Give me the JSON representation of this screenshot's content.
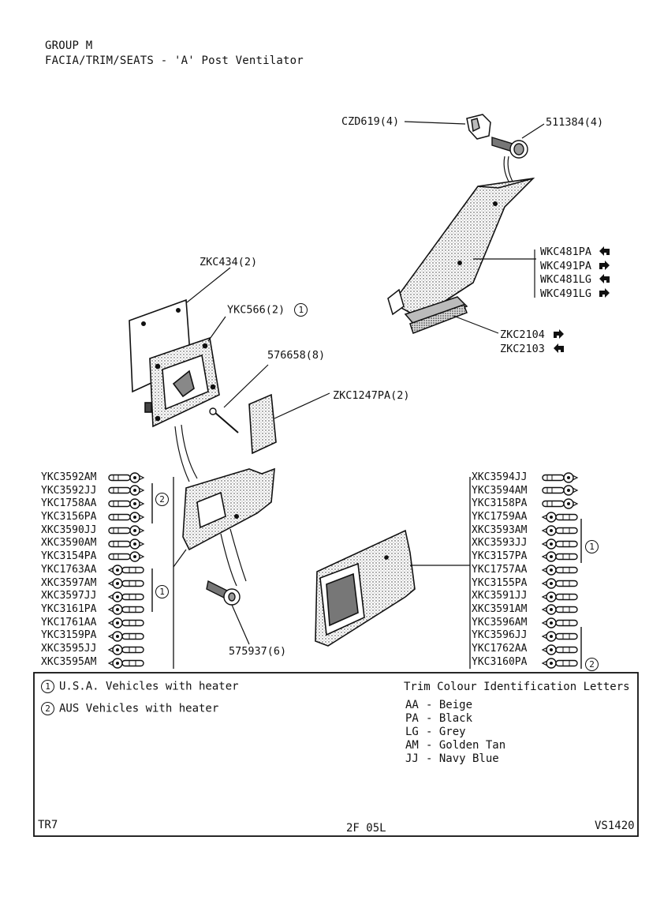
{
  "header": {
    "group": "GROUP M",
    "title": "FACIA/TRIM/SEATS - 'A' Post Ventilator"
  },
  "callouts": {
    "czd619": "CZD619(4)",
    "p511384": "511384(4)",
    "wkc": [
      "WKC481PA",
      "WKC491PA",
      "WKC481LG",
      "WKC491LG"
    ],
    "zkc2104": "ZKC2104",
    "zkc2103": "ZKC2103",
    "zkc434": "ZKC434(2)",
    "ykc566": "YKC566(2)",
    "ykc566_note": "1",
    "p576658": "576658(8)",
    "zkc1247": "ZKC1247PA(2)",
    "p575937": "575937(6)"
  },
  "left_list": [
    "YKC3592AM",
    "YKC3592JJ",
    "YKC1758AA",
    "YKC3156PA",
    "XKC3590JJ",
    "XKC3590AM",
    "YKC3154PA",
    "YKC1763AA",
    "XKC3597AM",
    "XKC3597JJ",
    "YKC3161PA",
    "YKC1761AA",
    "YKC3159PA",
    "XKC3595JJ",
    "XKC3595AM"
  ],
  "left_groups": {
    "group2": "2",
    "group1": "1"
  },
  "right_list": [
    "XKC3594JJ",
    "YKC3594AM",
    "YKC3158PA",
    "YKC1759AA",
    "XKC3593AM",
    "XKC3593JJ",
    "YKC3157PA",
    "YKC1757AA",
    "YKC3155PA",
    "XKC3591JJ",
    "XKC3591AM",
    "YKC3596AM",
    "YKC3596JJ",
    "YKC1762AA",
    "YKC3160PA"
  ],
  "right_groups": {
    "group1": "1",
    "group2": "2"
  },
  "notes": {
    "n1_num": "1",
    "n1": "U.S.A. Vehicles with heater",
    "n2_num": "2",
    "n2": "AUS Vehicles with heater"
  },
  "trim": {
    "title": "Trim Colour Identification Letters",
    "codes": [
      {
        "code": "AA",
        "name": "Beige"
      },
      {
        "code": "PA",
        "name": "Black"
      },
      {
        "code": "LG",
        "name": "Grey"
      },
      {
        "code": "AM",
        "name": "Golden Tan"
      },
      {
        "code": "JJ",
        "name": "Navy Blue"
      }
    ]
  },
  "footer": {
    "model": "TR7",
    "page": "2F 05L",
    "ref": "VS1420"
  }
}
